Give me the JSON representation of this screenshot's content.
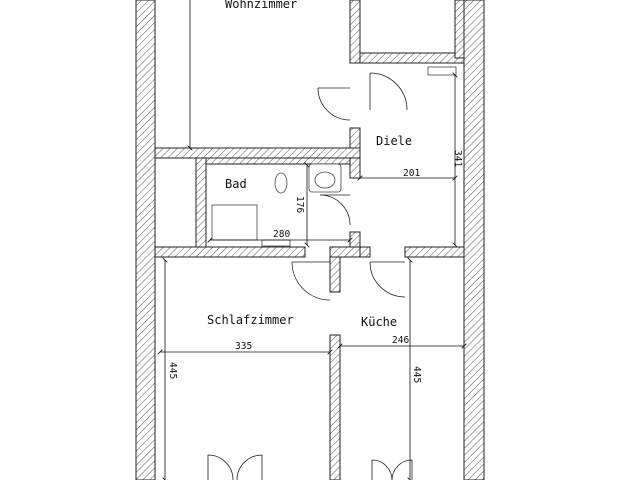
{
  "rooms": {
    "wohnzimmer": "Wohnzimmer",
    "diele": "Diele",
    "bad": "Bad",
    "schlafzimmer": "Schlafzimmer",
    "kueche": "Küche"
  },
  "dimensions": {
    "diele_width": "201",
    "diele_height": "341",
    "bad_height": "176",
    "bad_width": "280",
    "schlafzimmer_width": "335",
    "schlafzimmer_height": "445",
    "kueche_width": "246",
    "kueche_height": "445"
  },
  "colors": {
    "wall_stroke": "#222222",
    "hatch": "#555555"
  }
}
